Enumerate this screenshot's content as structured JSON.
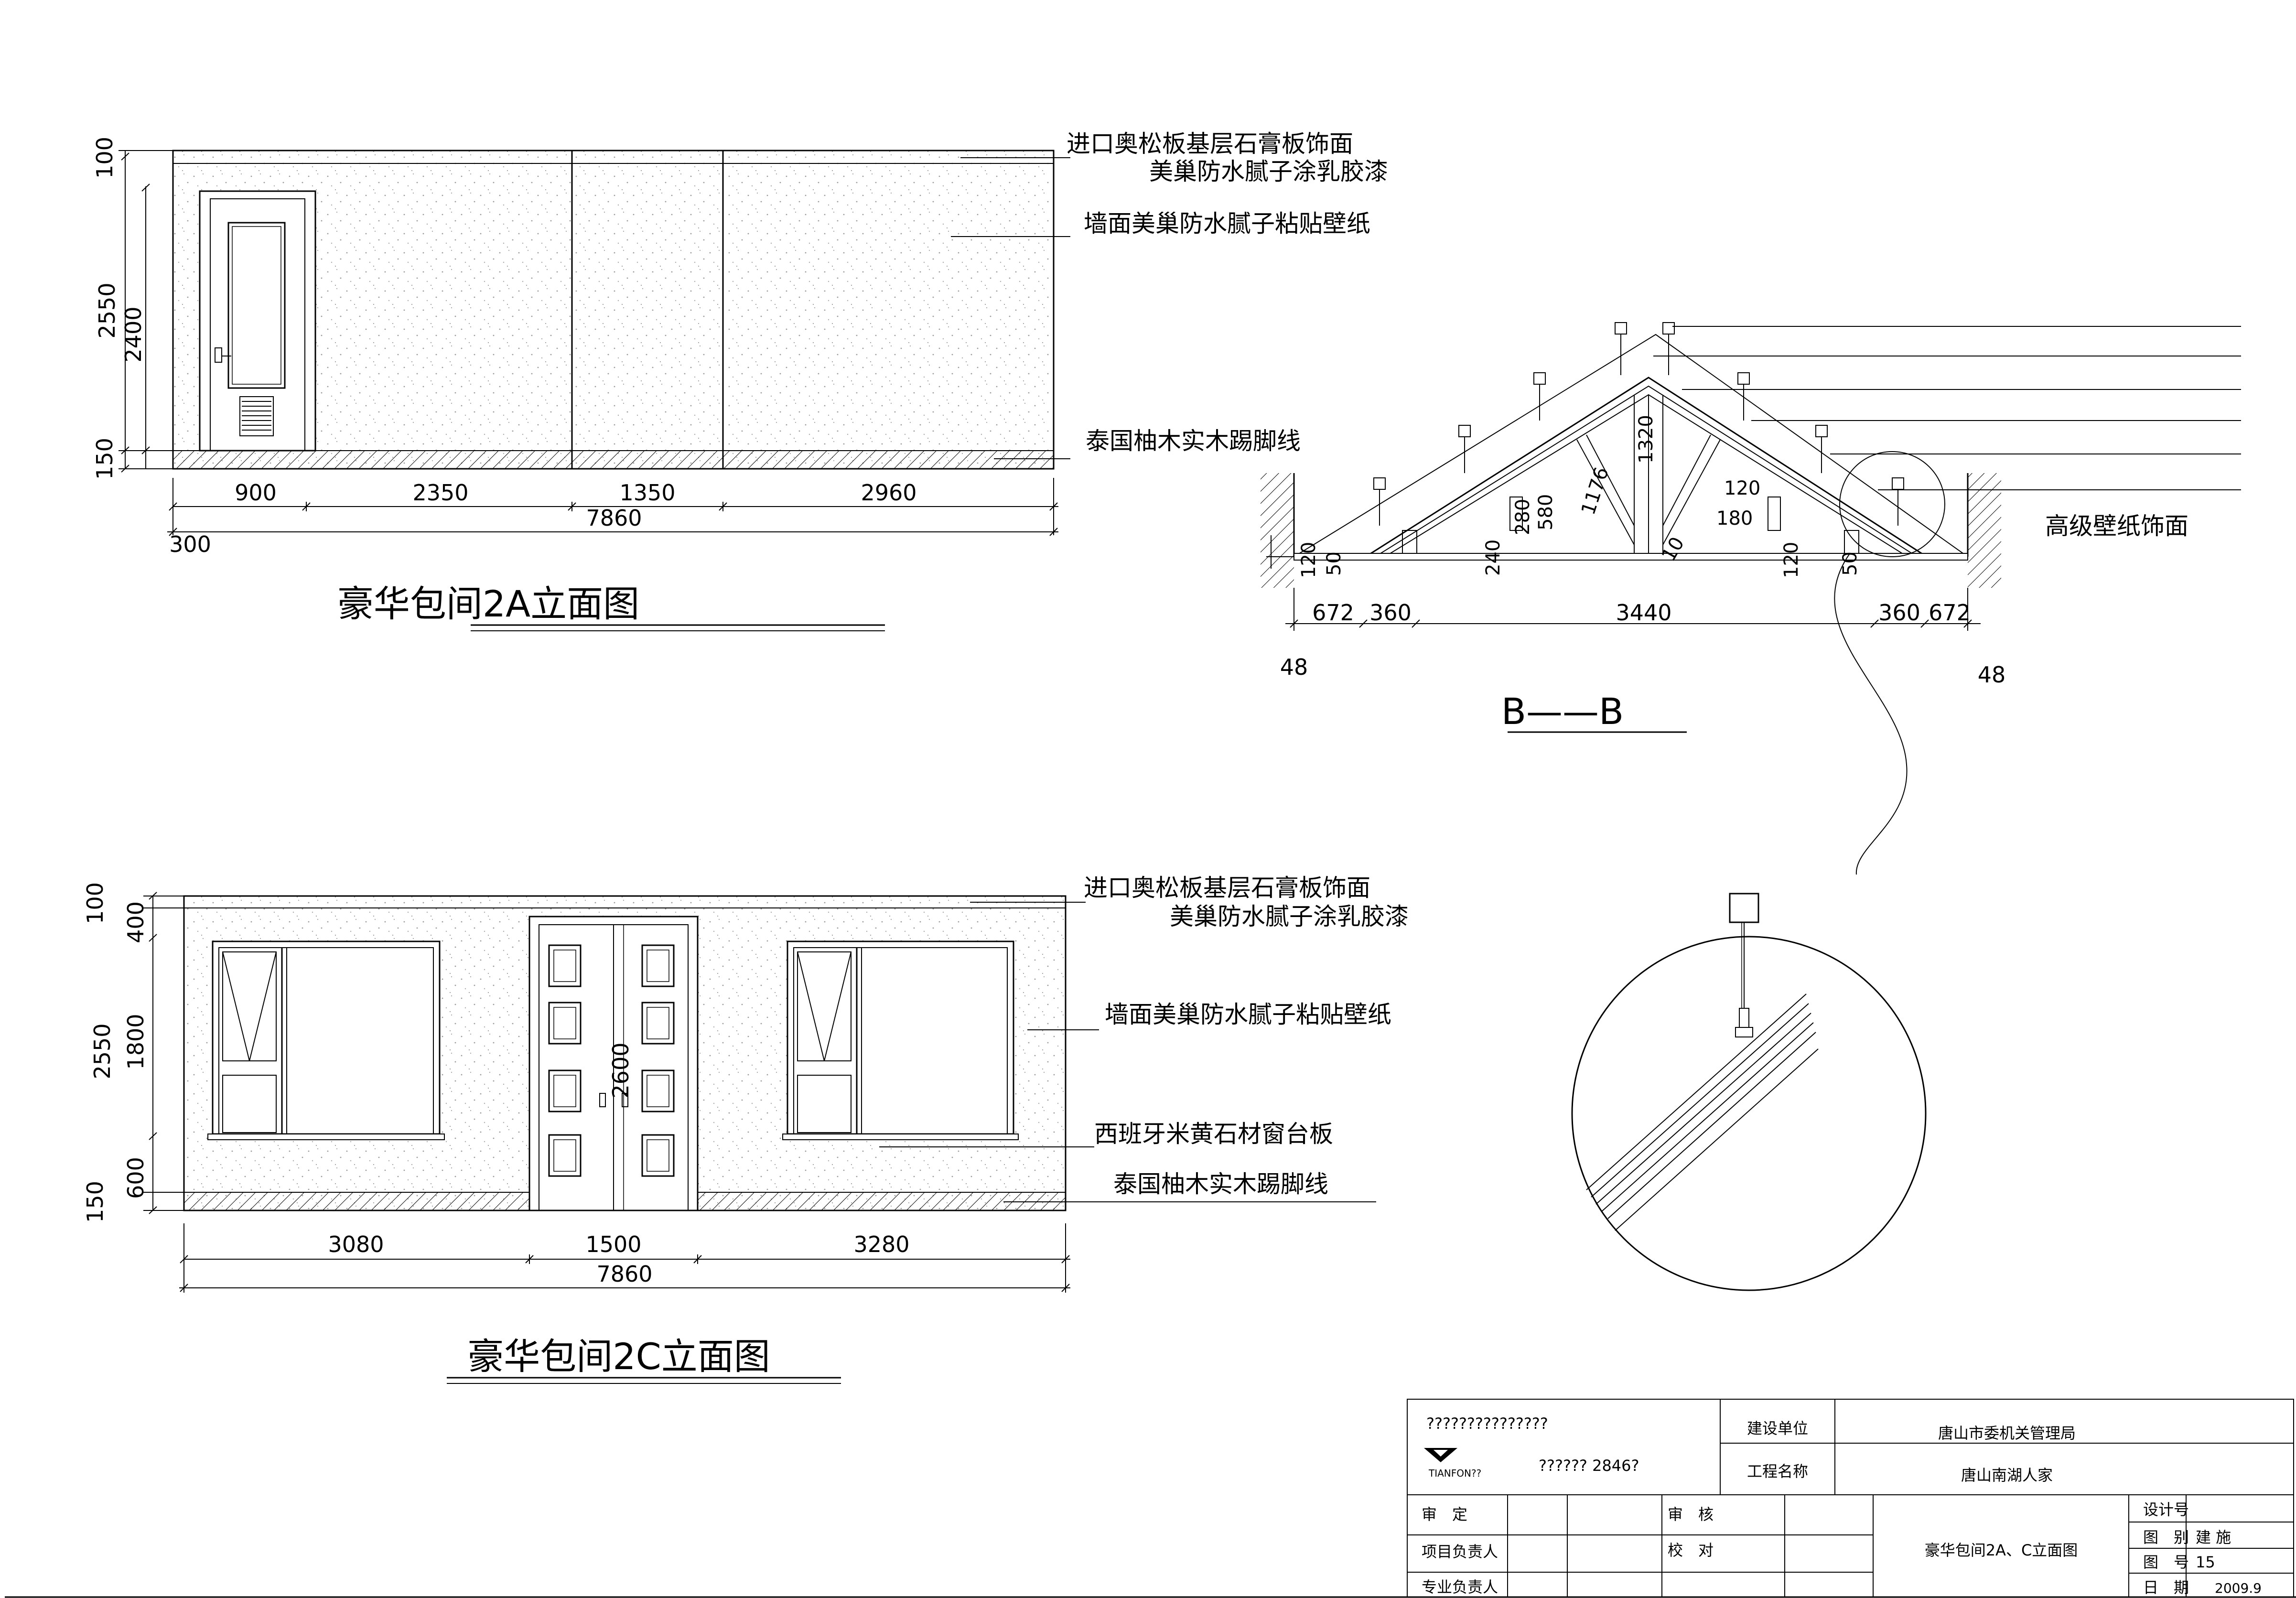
{
  "elev_2a": {
    "title": "豪华包间2A立面图",
    "notes": [
      "进口奥松板基层石膏板饰面",
      "美巢防水腻子涂乳胶漆",
      "墙面美巢防水腻子粘贴壁纸",
      "泰国柚木实木踢脚线"
    ],
    "v_dims": [
      "100",
      "2550",
      "2400",
      "150"
    ],
    "h_dims": [
      "900",
      "2350",
      "1350",
      "2960"
    ],
    "total": "7860",
    "offset": "300"
  },
  "elev_2c": {
    "title": "豪华包间2C立面图",
    "notes": [
      "进口奥松板基层石膏板饰面",
      "美巢防水腻子涂乳胶漆",
      "墙面美巢防水腻子粘贴壁纸",
      "西班牙米黄石材窗台板",
      "泰国柚木实木踢脚线"
    ],
    "v_dims": [
      "100",
      "400",
      "2550",
      "1800",
      "600",
      "150"
    ],
    "door_height": "2600",
    "h_dims": [
      "3080",
      "1500",
      "3280"
    ],
    "total": "7860"
  },
  "section_bb": {
    "title": "B——B",
    "note": "高级壁纸饰面",
    "h_dims": [
      "672",
      "360",
      "3440",
      "360",
      "672"
    ],
    "side_dims": [
      "48",
      "48"
    ],
    "inner_dims": [
      "120",
      "50",
      "240",
      "280",
      "580",
      "1176",
      "1320",
      "120",
      "180",
      "120",
      "50",
      "10"
    ]
  },
  "title_block": {
    "company": "???????????????",
    "logo_text": "TIANFON??",
    "contact": "??????  2846?",
    "build_unit_label": "建设单位",
    "build_unit_value": "唐山市委机关管理局",
    "project_label": "工程名称",
    "project_value": "唐山南湖人家",
    "approve_label": "审　定",
    "review_label": "审　核",
    "pm_label": "项目负责人",
    "check_label": "校　对",
    "specialist_label": "专业负责人",
    "drawing_name": "豪华包间2A、C立面图",
    "design_no_label": "设计号",
    "category_label": "图　别",
    "category_value": "建 施",
    "number_label": "图　号",
    "number_value": "15",
    "date_label": "日　期",
    "date_value": "2009.9"
  }
}
